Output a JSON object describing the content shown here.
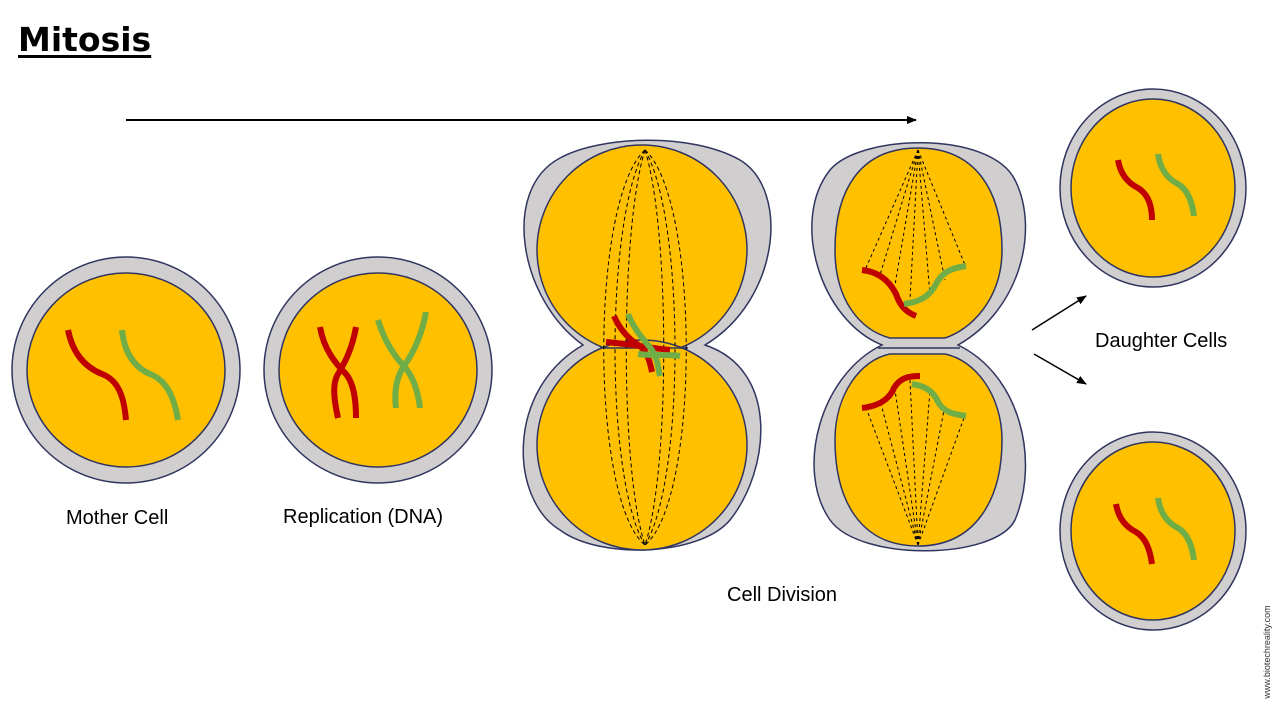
{
  "title": "Mitosis",
  "labels": {
    "mother_cell": "Mother Cell",
    "replication": "Replication (DNA)",
    "cell_division": "Cell Division",
    "daughter_cells": "Daughter Cells"
  },
  "watermark": "www.biotechreality.com",
  "colors": {
    "membrane": "#D0CECE",
    "cytoplasm": "#FFC000",
    "outline": "#2F3560",
    "chromosome_a": "#C00000",
    "chromosome_b": "#70AD47",
    "arrow": "#000000"
  }
}
